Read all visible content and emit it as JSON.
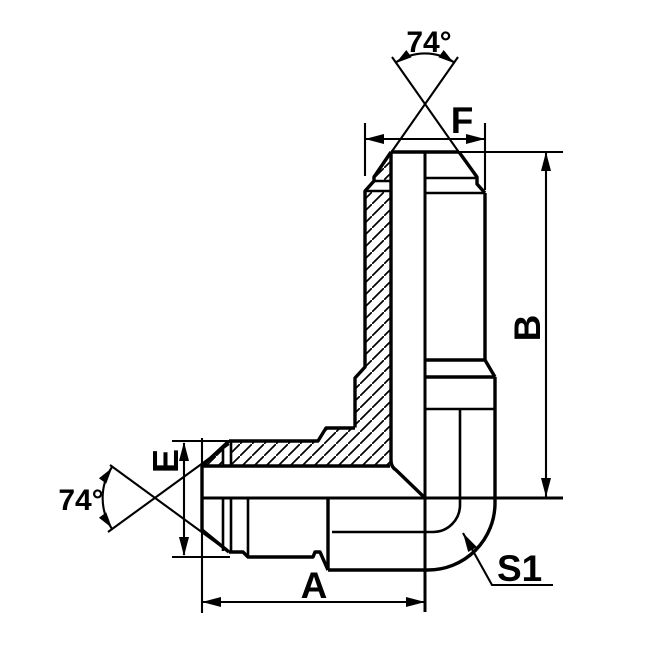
{
  "drawing": {
    "background_color": "#ffffff",
    "line_color": "#000000",
    "labels": {
      "angle_top": "74°",
      "angle_left": "74°",
      "dim_f": "F",
      "dim_b": "B",
      "dim_e": "E",
      "dim_a": "A",
      "dim_s1": "S1"
    }
  }
}
